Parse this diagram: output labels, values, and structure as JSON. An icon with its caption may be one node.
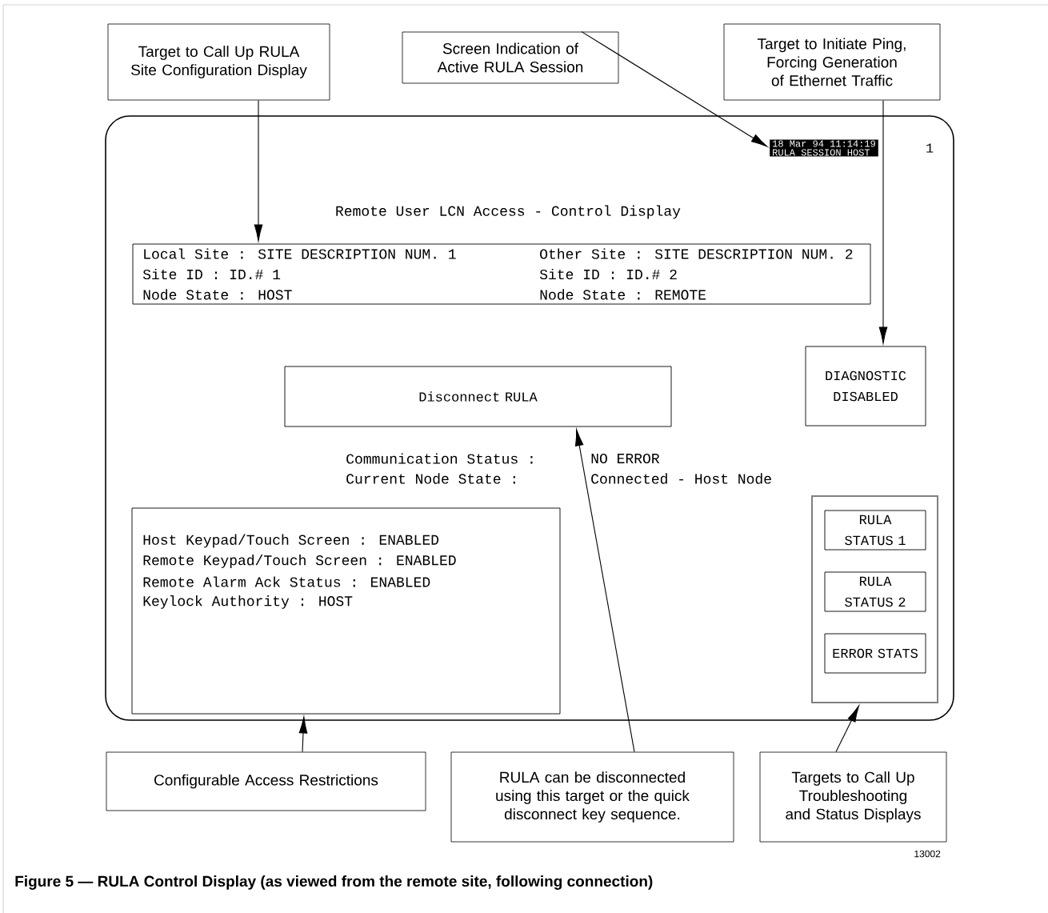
{
  "diagram": {
    "caption": "Figure 5 — RULA Control Display (as viewed from the remote site, following connection)",
    "nodes": [
      {
        "text": [
          "Target to Call Up RULA Site Configuration Display"
        ]
      },
      {
        "text": [
          "Screen Indication of Active RULA Session"
        ]
      },
      {
        "text": [
          "Target to Initiate Ping, Forcing Generation of Ethernet Traffic"
        ]
      },
      {
        "text": [],
        "shape": "box"
      },
      {
        "text": [
          "18 Mar 94 11:14:19",
          "RULA SESSION HOST"
        ],
        "in": 3
      },
      {
        "text": [
          "Local Site : SITE DESCRIPTION NUM. 1",
          "Site ID : ID.# 1",
          "Node State : HOST",
          "Other Site : SITE DESCRIPTION NUM. 2",
          "Site ID : ID.# 2",
          "Node State : REMOTE"
        ],
        "in": 3
      },
      {
        "text": [
          "Disconnect RULA"
        ],
        "in": 3
      },
      {
        "text": [
          "DIAGNOSTIC DISABLED"
        ],
        "in": 3
      },
      {
        "text": [
          "Host Keypad/Touch Screen : ENABLED",
          "Remote Keypad/Touch Screen : ENABLED",
          "Remote Alarm Ack Status : ENABLED",
          "Keylock Authority : HOST"
        ],
        "in": 3
      },
      {
        "text": [],
        "shape": "box",
        "in": 3
      },
      {
        "text": [
          "RULA STATUS 1"
        ],
        "in": 9
      },
      {
        "text": [
          "RULA STATUS 2"
        ],
        "in": 9
      },
      {
        "text": [
          "ERROR STATS"
        ],
        "in": 9
      },
      {
        "text": [
          "Configurable Access Restrictions"
        ]
      },
      {
        "text": [
          "RULA can be disconnected using this target or the quick disconnect key sequence."
        ]
      },
      {
        "text": [
          "Targets to Call Up Troubleshooting and Status Displays"
        ]
      }
    ],
    "edges": [
      {
        "from": 0,
        "to": 5,
        "arrow": "to"
      },
      {
        "from": 1,
        "to": 4,
        "arrow": "to"
      },
      {
        "from": 2,
        "to": 7,
        "arrow": "to"
      },
      {
        "from": 13,
        "to": 8,
        "arrow": "to"
      },
      {
        "from": 14,
        "to": 6,
        "arrow": "to"
      },
      {
        "from": 15,
        "to": 9,
        "arrow": "to"
      }
    ],
    "labels": [
      "1",
      "Remote User LCN Access - Control Display",
      "Communication Status :",
      "NO ERROR",
      "Current Node State :",
      "Connected - Host Node",
      "13002"
    ]
  }
}
